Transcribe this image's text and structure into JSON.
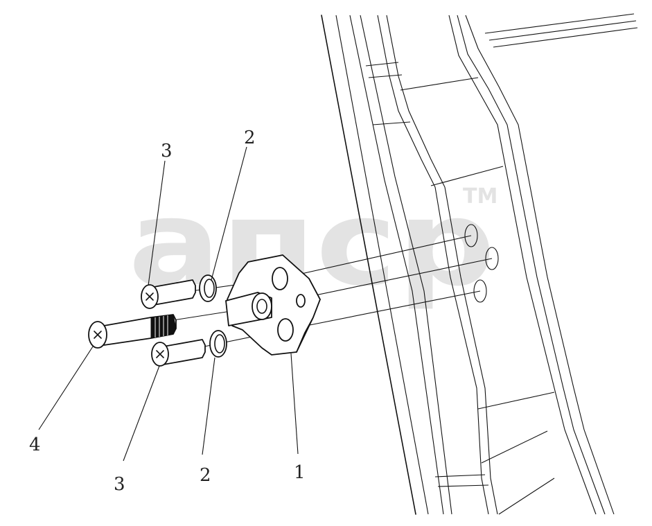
{
  "callouts": {
    "c1": "1",
    "c2_top": "2",
    "c2_bottom": "2",
    "c3_top": "3",
    "c3_bottom": "3",
    "c4": "4"
  },
  "watermark": {
    "logo_text": "aпcp",
    "trademark": "TM"
  },
  "colors": {
    "line": "#111111",
    "watermark": "#e3e3e3",
    "background": "#ffffff"
  }
}
